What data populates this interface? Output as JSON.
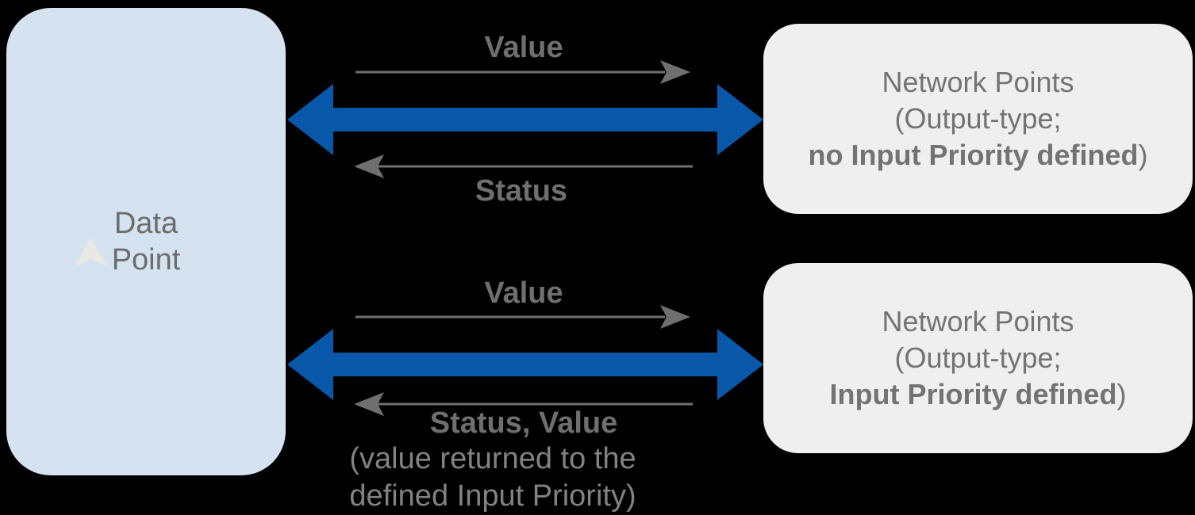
{
  "colors": {
    "background": "#000000",
    "data_point_bg": "#d5e3f1",
    "network_bg": "#efefef",
    "accent_blue": "#0857a8",
    "arrow_gray": "#6f6f6f",
    "text_gray": "#737373",
    "note_gray": "#828282",
    "cursor_cream": "#e9e8e4"
  },
  "data_point_box": {
    "line1": "Data",
    "line2": "Point"
  },
  "network_box_top": {
    "line1": "Network Points",
    "line2": "(Output-type;",
    "line3_bold": "no Input Priority defined",
    "line3_suffix": ")"
  },
  "network_box_bottom": {
    "line1": "Network Points",
    "line2": "(Output-type;",
    "line3_bold": "Input Priority defined",
    "line3_suffix": ")"
  },
  "flow_top": {
    "request_label": "Value",
    "response_label": "Status"
  },
  "flow_bottom": {
    "request_label": "Value",
    "response_label": "Status, Value",
    "note_line1": "(value returned to the",
    "note_line2": "defined Input Priority)"
  }
}
